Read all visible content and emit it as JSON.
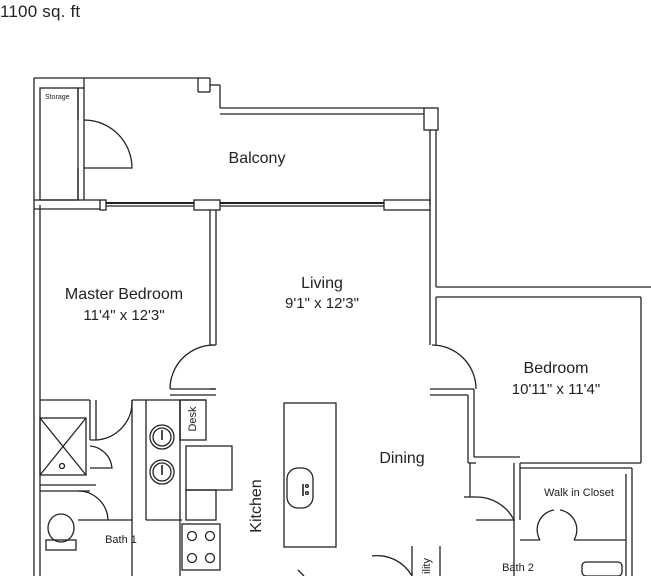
{
  "plan": {
    "area_label": "1100 sq. ft",
    "rooms": {
      "storage": "Storage",
      "balcony": "Balcony",
      "master_bedroom": {
        "name": "Master Bedroom",
        "size": "11'4\"  x  12'3\""
      },
      "living": {
        "name": "Living",
        "size": "9'1\"  x  12'3\""
      },
      "bedroom": {
        "name": "Bedroom",
        "size": "10'11\"  x  11'4\""
      },
      "dining": "Dining",
      "kitchen": "Kitchen",
      "desk": "Desk",
      "walk_in_closet": "Walk in Closet",
      "bath_1": "Bath 1",
      "bath_2": "Bath 2",
      "laundry": "ility"
    }
  }
}
